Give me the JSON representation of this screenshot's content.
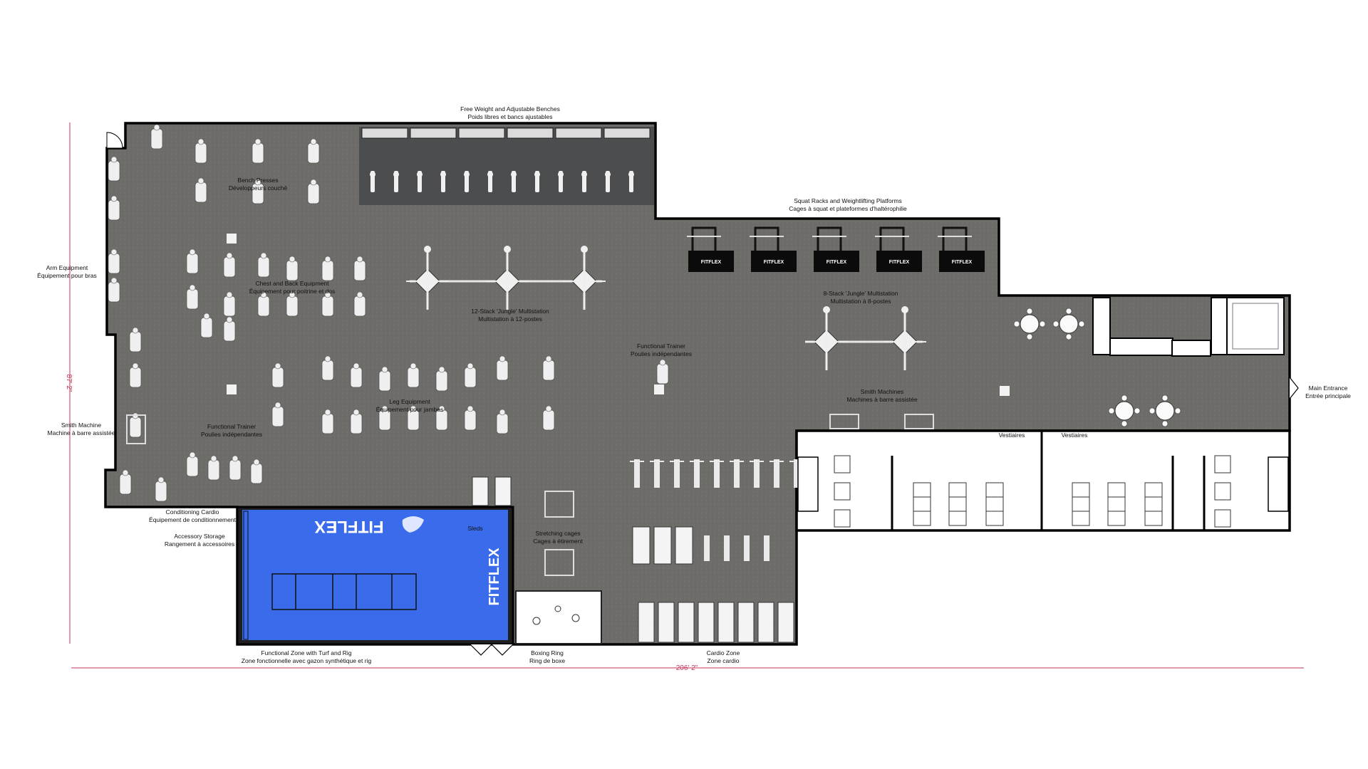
{
  "labels": {
    "free_weight": [
      "Free Weight and Adjustable Benches",
      "Poids libres et bancs ajustables"
    ],
    "bench_press": [
      "Bench Presses",
      "Développeurs couché"
    ],
    "squat_racks": [
      "Squat Racks and Weightlifting Platforms",
      "Cages à squat et plateformes d'haltérophilie"
    ],
    "arm_equipment": [
      "Arm Equipment",
      "Équipement pour bras"
    ],
    "chest_back": [
      "Chest and Back Equipment",
      "Équipement pour poitrine et dos"
    ],
    "jungle12": [
      "12-Stack 'Jungle' Multistation",
      "Multistation à 12-postes"
    ],
    "jungle8": [
      "8-Stack 'Jungle' Multistation",
      "Multistation à 8-postes"
    ],
    "functional_trainer_1": [
      "Functional Trainer",
      "Poulies indépendantes"
    ],
    "functional_trainer_2": [
      "Functional Trainer",
      "Poulies indépendantes"
    ],
    "smith_machines": [
      "Smith Machines",
      "Machines à barre assistée"
    ],
    "smith_machine": [
      "Smith Machine",
      "Machine à barre assistée"
    ],
    "leg_equipment": [
      "Leg Equipment",
      "Équipement pour jambes"
    ],
    "main_entrance": [
      "Main Entrance",
      "Entrée principale"
    ],
    "vestiaires_1": "Vestiaires",
    "vestiaires_2": "Vestiaires",
    "conditioning_cardio": [
      "Conditioning Cardio",
      "Équipement de conditionnement"
    ],
    "accessory_storage": [
      "Accessory Storage",
      "Rangement à accessoires"
    ],
    "sleds": "Sleds",
    "stretching": [
      "Stretching cages",
      "Cages à étirement"
    ],
    "functional_zone": [
      "Functional Zone with Turf and Rig",
      "Zone fonctionnelle avec gazon synthétique et rig"
    ],
    "boxing_ring": [
      "Boxing Ring",
      "Ring de boxe"
    ],
    "cardio_zone": [
      "Cardio Zone",
      "Zone cardio"
    ]
  },
  "dimensions": {
    "width": "206' 2\"",
    "height": "87' 2\""
  },
  "brand": {
    "name": "FITFLEX",
    "platform_count": 5
  },
  "colors": {
    "floor": "#6d6b67",
    "free_weight_zone": "#4b4d4f",
    "turf": "#3a6bea",
    "walls": "#000000",
    "dimension_line": "#c4345a"
  }
}
